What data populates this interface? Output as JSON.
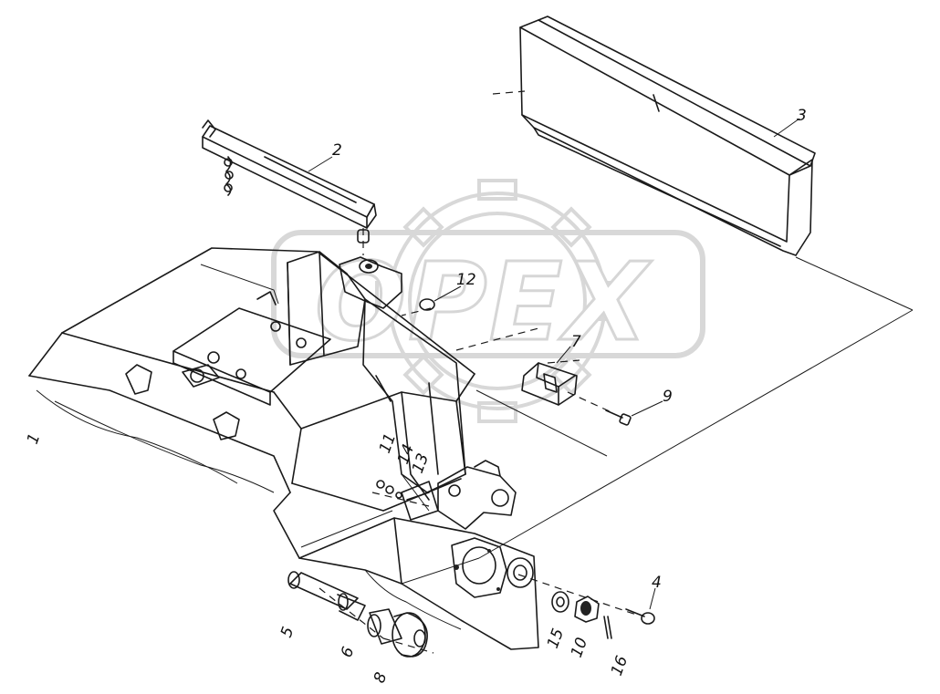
{
  "watermark": {
    "text": "OPEX"
  },
  "callouts": [
    {
      "id": "c1",
      "label": "1"
    },
    {
      "id": "c2",
      "label": "2"
    },
    {
      "id": "c3",
      "label": "3"
    },
    {
      "id": "c4",
      "label": "4"
    },
    {
      "id": "c5",
      "label": "5"
    },
    {
      "id": "c6",
      "label": "6"
    },
    {
      "id": "c7",
      "label": "7"
    },
    {
      "id": "c8",
      "label": "8"
    },
    {
      "id": "c9",
      "label": "9"
    },
    {
      "id": "c10",
      "label": "10"
    },
    {
      "id": "c11",
      "label": "11"
    },
    {
      "id": "c12",
      "label": "12"
    },
    {
      "id": "c13",
      "label": "13"
    },
    {
      "id": "c14",
      "label": "14"
    },
    {
      "id": "c15",
      "label": "15"
    },
    {
      "id": "c16",
      "label": "16"
    }
  ]
}
